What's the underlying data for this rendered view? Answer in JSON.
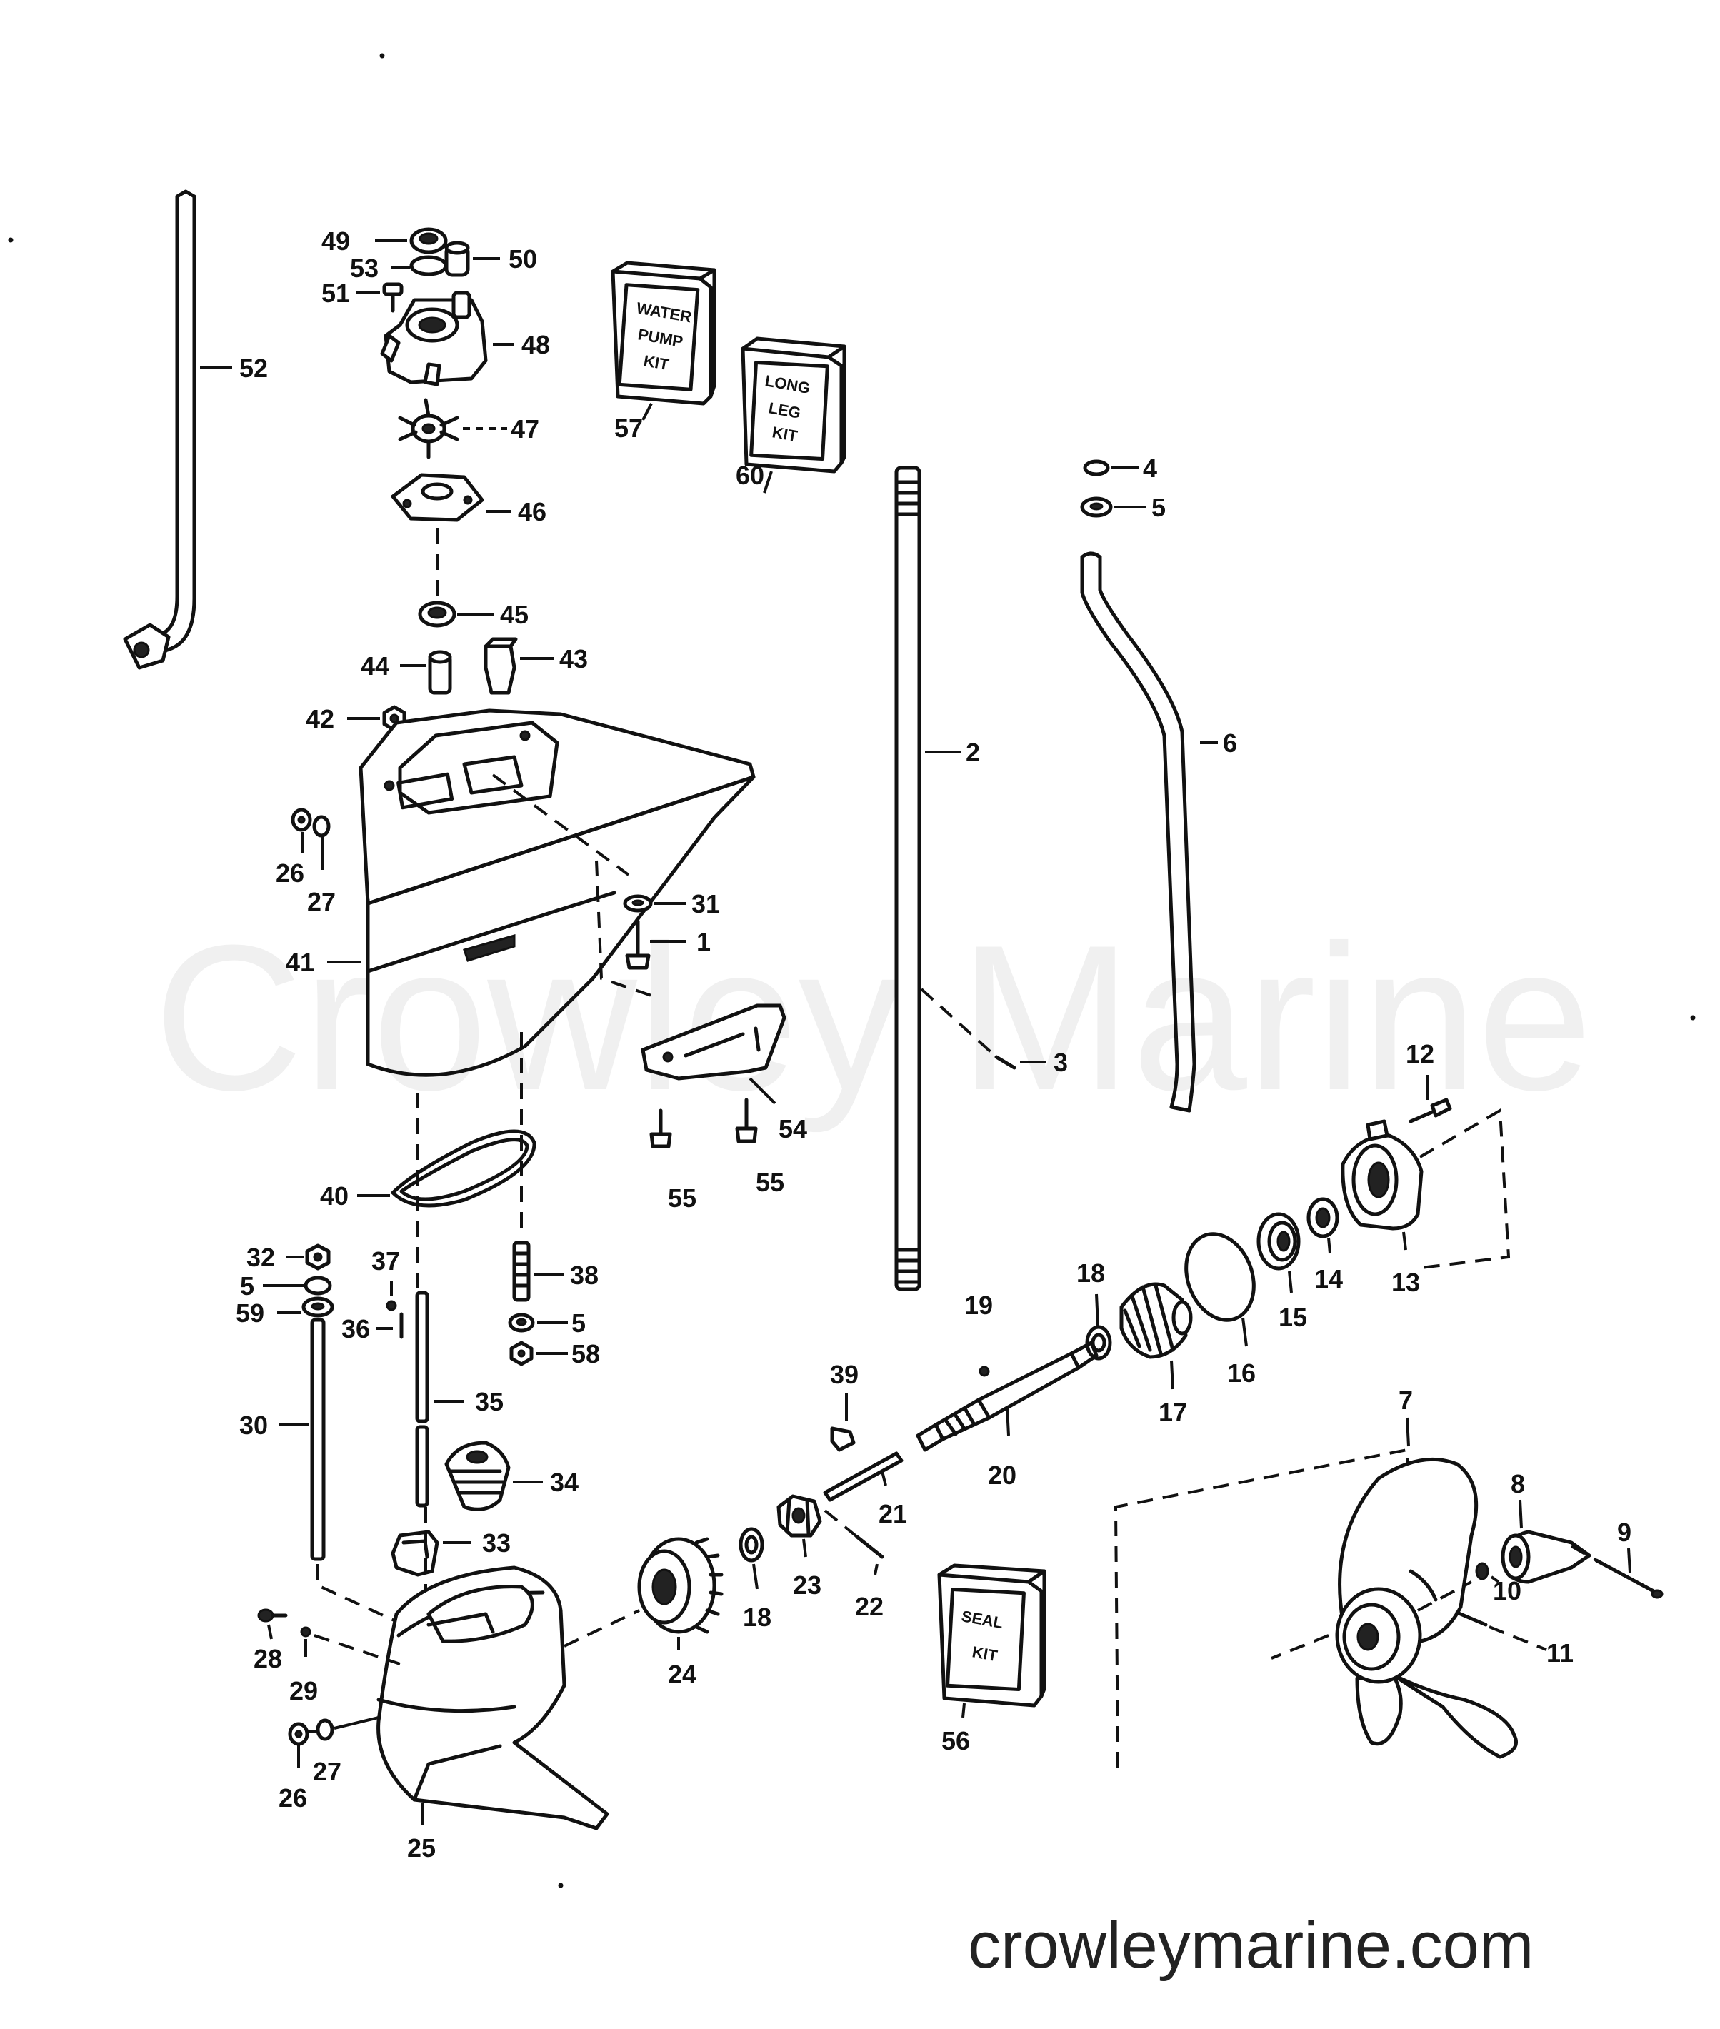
{
  "watermark": "Crowley Marine",
  "site_url": "crowleymarine.com",
  "kits": {
    "water_pump": {
      "line1": "WATER",
      "line2": "PUMP",
      "line3": "KIT"
    },
    "long_leg": {
      "line1": "LONG",
      "line2": "LEG",
      "line3": "KIT"
    },
    "seal": {
      "line1": "SEAL",
      "line2": "KIT"
    }
  },
  "callouts": {
    "c1": "1",
    "c2": "2",
    "c3": "3",
    "c4": "4",
    "c5a": "5",
    "c5b": "5",
    "c5c": "5",
    "c6": "6",
    "c7": "7",
    "c8": "8",
    "c9": "9",
    "c10": "10",
    "c11": "11",
    "c12": "12",
    "c13": "13",
    "c14": "14",
    "c15": "15",
    "c16": "16",
    "c17": "17",
    "c18a": "18",
    "c18b": "18",
    "c19": "19",
    "c20": "20",
    "c21": "21",
    "c22": "22",
    "c23": "23",
    "c24": "24",
    "c25": "25",
    "c26a": "26",
    "c26b": "26",
    "c27a": "27",
    "c27b": "27",
    "c28": "28",
    "c29": "29",
    "c30": "30",
    "c31": "31",
    "c32": "32",
    "c33": "33",
    "c34": "34",
    "c35": "35",
    "c36": "36",
    "c37": "37",
    "c38": "38",
    "c39": "39",
    "c40": "40",
    "c41": "41",
    "c42": "42",
    "c43": "43",
    "c44": "44",
    "c45": "45",
    "c46": "46",
    "c47": "47",
    "c48": "48",
    "c49": "49",
    "c50": "50",
    "c51": "51",
    "c52": "52",
    "c53": "53",
    "c54": "54",
    "c55a": "55",
    "c55b": "55",
    "c56": "56",
    "c57": "57",
    "c58": "58",
    "c59": "59",
    "c60": "60"
  }
}
